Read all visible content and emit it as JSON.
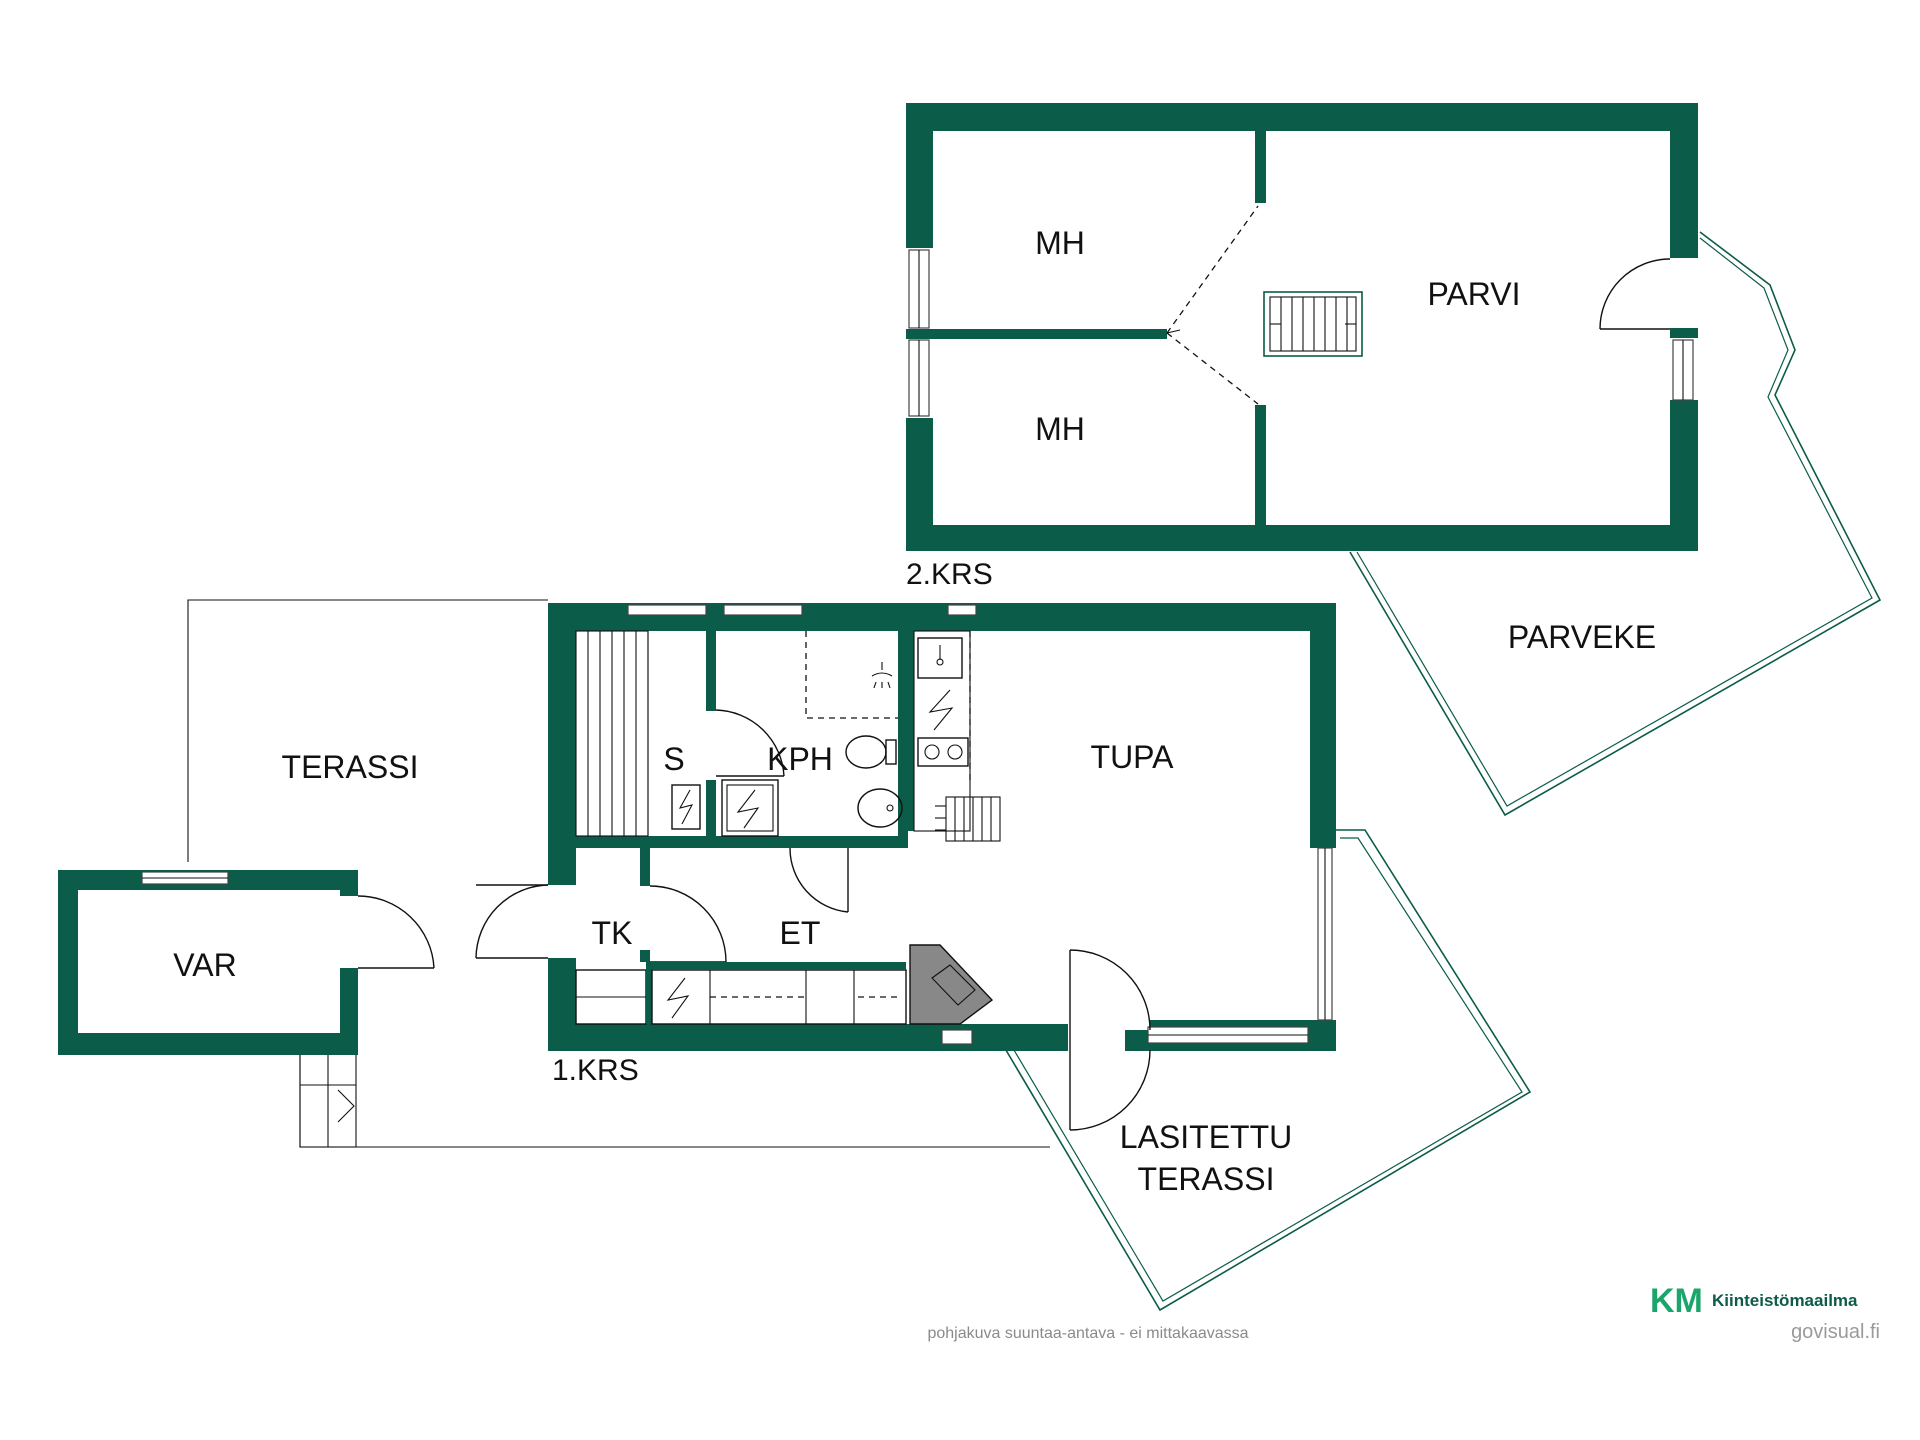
{
  "floors": {
    "upper": {
      "label": "2.KRS",
      "rooms": [
        "MH",
        "MH",
        "PARVI",
        "PARVEKE"
      ]
    },
    "lower": {
      "label": "1.KRS",
      "rooms": [
        "TERASSI",
        "VAR",
        "S",
        "KPH",
        "TUPA",
        "TK",
        "ET",
        "LASITETTU",
        "TERASSI"
      ]
    }
  },
  "footer": {
    "disclaimer": "pohjakuva suuntaa-antava - ei mittakaavassa",
    "brand_mark": "KM",
    "brand_name": "Kiinteistömaailma",
    "website": "govisual.fi"
  },
  "colors": {
    "wall": "#0b5c48",
    "line": "#111111",
    "brand": "#0b5c48"
  }
}
